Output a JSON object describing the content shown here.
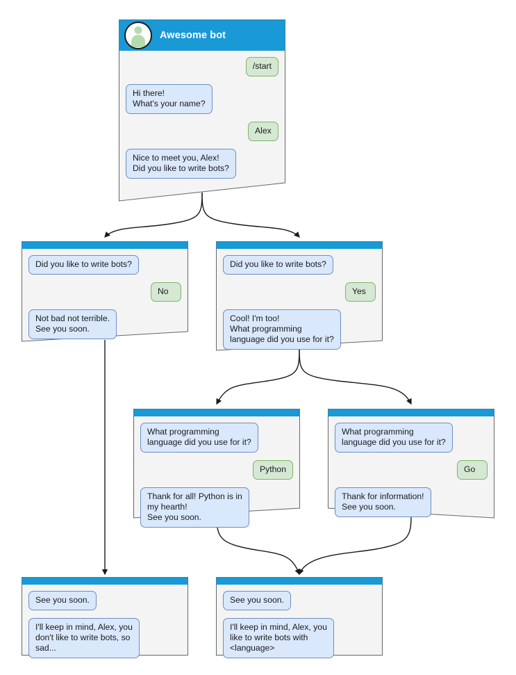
{
  "diagram": {
    "title_node": {
      "header": {
        "bot_name": "Awesome bot",
        "avatar_icon": "person-avatar-icon",
        "header_color": "#1999d6"
      }
    },
    "colors": {
      "header_blue": "#1999d6",
      "node_background": "#f4f4f4",
      "node_border": "#666666",
      "bot_bubble_fill": "#dae8fc",
      "bot_bubble_border": "#6c8ebf",
      "user_bubble_fill": "#d5e8d4",
      "user_bubble_border": "#82b366",
      "edge_color": "#1a1a1a"
    }
  },
  "nodes": [
    {
      "id": "start",
      "messages": [
        {
          "side": "right",
          "kind": "user",
          "text": "/start"
        },
        {
          "side": "left",
          "kind": "bot",
          "text": "Hi there!\nWhat's your name?"
        },
        {
          "side": "right",
          "kind": "user",
          "text": "Alex"
        },
        {
          "side": "left",
          "kind": "bot",
          "text": "Nice to meet you, Alex!\nDid you like to write bots?"
        }
      ]
    },
    {
      "id": "answer-no",
      "messages": [
        {
          "side": "left",
          "kind": "bot",
          "text": "Did you like to write bots?"
        },
        {
          "side": "right",
          "kind": "user",
          "text": "No"
        },
        {
          "side": "left",
          "kind": "bot",
          "text": "Not bad not terrible.\nSee you soon."
        }
      ]
    },
    {
      "id": "answer-yes",
      "messages": [
        {
          "side": "left",
          "kind": "bot",
          "text": "Did you like to write bots?"
        },
        {
          "side": "right",
          "kind": "user",
          "text": "Yes"
        },
        {
          "side": "left",
          "kind": "bot",
          "text": "Cool! I'm too!\nWhat programming\nlanguage did you use for it?"
        }
      ]
    },
    {
      "id": "language-python",
      "messages": [
        {
          "side": "left",
          "kind": "bot",
          "text": "What programming\nlanguage did you use for it?"
        },
        {
          "side": "right",
          "kind": "user",
          "text": "Python"
        },
        {
          "side": "left",
          "kind": "bot",
          "text": "Thank for all! Python is in\nmy hearth!\nSee you soon."
        }
      ]
    },
    {
      "id": "language-go",
      "messages": [
        {
          "side": "left",
          "kind": "bot",
          "text": "What programming\nlanguage did you use for it?"
        },
        {
          "side": "right",
          "kind": "user",
          "text": "Go"
        },
        {
          "side": "left",
          "kind": "bot",
          "text": "Thank for information!\nSee you soon."
        }
      ]
    },
    {
      "id": "end-sad",
      "messages": [
        {
          "side": "left",
          "kind": "bot",
          "text": "See you soon."
        },
        {
          "side": "left",
          "kind": "bot",
          "text": "I'll keep in mind, Alex, you\ndon't like to write bots, so\nsad..."
        }
      ]
    },
    {
      "id": "end-happy",
      "messages": [
        {
          "side": "left",
          "kind": "bot",
          "text": "See you soon."
        },
        {
          "side": "left",
          "kind": "bot",
          "text": "I'll keep in mind, Alex, you\nlike to write bots with\n<language>"
        }
      ]
    }
  ]
}
